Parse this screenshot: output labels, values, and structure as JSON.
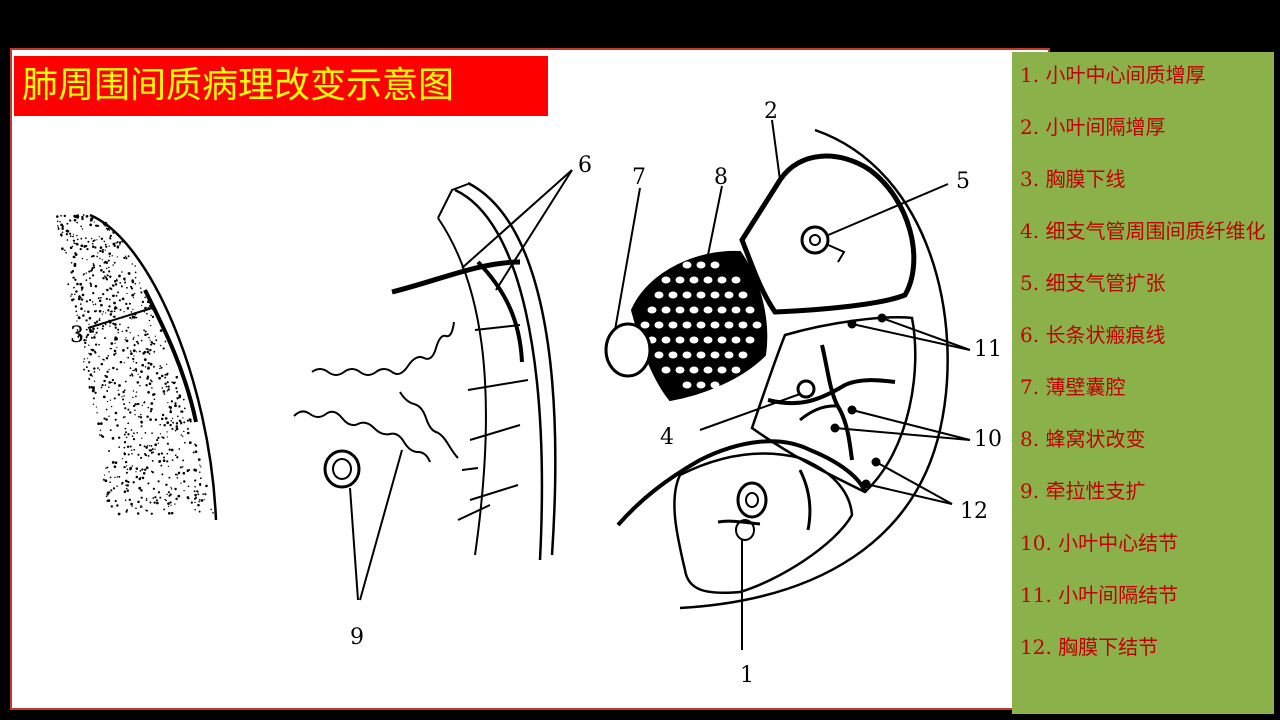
{
  "title": "肺周围间质病理改变示意图",
  "legend": [
    "1. 小叶中心间质增厚",
    "2. 小叶间隔增厚",
    "3. 胸膜下线",
    "4. 细支气管周围间质纤维化",
    "5. 细支气管扩张",
    "6. 长条状瘢痕线",
    "7. 薄壁囊腔",
    "8. 蜂窝状改变",
    "9. 牵拉性支扩",
    "10. 小叶中心结节",
    "11. 小叶间隔结节",
    "12. 胸膜下结节"
  ],
  "callouts": {
    "n1": "1",
    "n2": "2",
    "n3": "3",
    "n4": "4",
    "n5": "5",
    "n6": "6",
    "n7": "7",
    "n8": "8",
    "n9": "9",
    "n10": "10",
    "n11": "11",
    "n12": "12"
  },
  "colors": {
    "background": "#000000",
    "panel": "#ffffff",
    "title_bg": "#ff0000",
    "title_text": "#ffff00",
    "legend_bg": "#8bb24a",
    "legend_text": "#c00000"
  }
}
